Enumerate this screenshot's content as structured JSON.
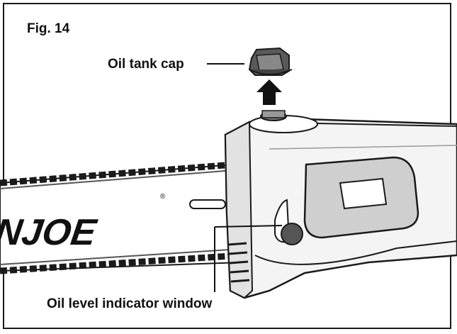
{
  "figure": {
    "label": "Fig. 14"
  },
  "callouts": {
    "oil_tank_cap": "Oil tank cap",
    "oil_level_window": "Oil level indicator window"
  },
  "brand": {
    "text": "UNJOE",
    "registered": "®"
  },
  "colors": {
    "ink": "#1a1a1a",
    "body": "#f4f4f4",
    "shade": "#cfcfcf",
    "dark": "#555555"
  }
}
